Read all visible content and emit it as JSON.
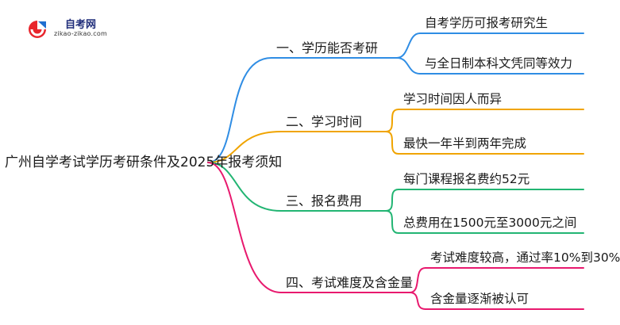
{
  "logo": {
    "title": "自考网",
    "url": "zikao-zikao.com"
  },
  "root": "广州自学考试学历考研条件及2025年报考须知",
  "colors": [
    "#2f8de4",
    "#f0a400",
    "#22b573",
    "#e8196e"
  ],
  "branches": [
    {
      "label": "一、学历能否考研",
      "color": "#2f8de4",
      "leaves": [
        "自考学历可报考研究生",
        "与全日制本科文凭同等效力"
      ]
    },
    {
      "label": "二、学习时间",
      "color": "#f0a400",
      "leaves": [
        "学习时间因人而异",
        "最快一年半到两年完成"
      ]
    },
    {
      "label": "三、报名费用",
      "color": "#22b573",
      "leaves": [
        "每门课程报名费约52元",
        "总费用在1500元至3000元之间"
      ]
    },
    {
      "label": "四、考试难度及含金量",
      "color": "#e8196e",
      "leaves": [
        "考试难度较高，通过率10%到30%",
        "含金量逐渐被认可"
      ]
    }
  ]
}
